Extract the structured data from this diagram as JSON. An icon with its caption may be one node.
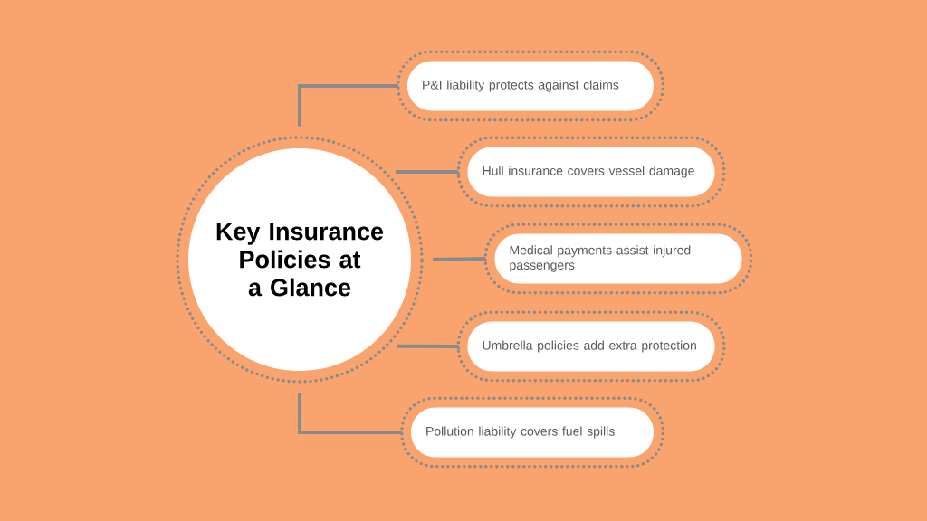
{
  "diagram": {
    "nodes": [
      {
        "text": [
          "Key Insurance Policies at a Glance"
        ]
      },
      {
        "text": [
          "P&I liability protects against claims"
        ]
      },
      {
        "text": [
          "Hull insurance covers vessel damage"
        ]
      },
      {
        "text": [
          "Medical payments assist injured passengers"
        ]
      },
      {
        "text": [
          "Umbrella policies add extra protection"
        ]
      },
      {
        "text": [
          "Pollution liability covers fuel spills"
        ]
      }
    ],
    "edges": [
      {
        "from": 0,
        "to": 1,
        "arrow": "none"
      },
      {
        "from": 0,
        "to": 2,
        "arrow": "none"
      },
      {
        "from": 0,
        "to": 3,
        "arrow": "none"
      },
      {
        "from": 0,
        "to": 4,
        "arrow": "none"
      },
      {
        "from": 0,
        "to": 5,
        "arrow": "none"
      }
    ]
  }
}
